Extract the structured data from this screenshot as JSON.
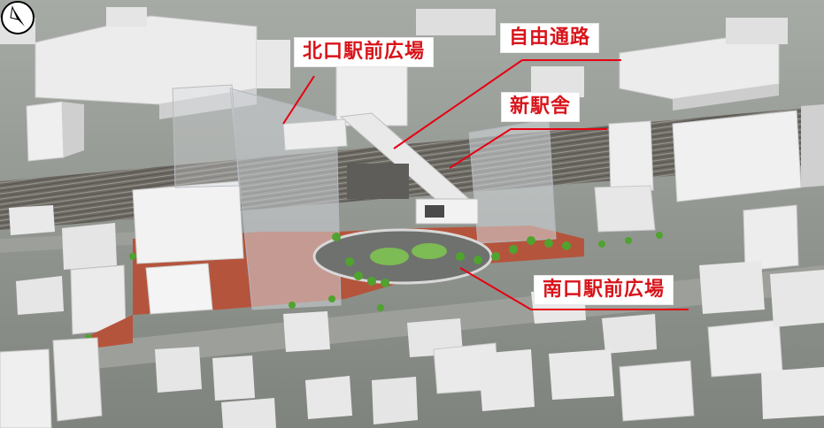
{
  "labels": {
    "north_plaza": "北口駅前広場",
    "free_passage": "自由通路",
    "new_station": "新駅舎",
    "south_plaza": "南口駅前広場"
  },
  "icons": {
    "compass": "north-arrow-icon"
  },
  "colors": {
    "label_text": "#d8141a",
    "label_bg": "#ffffff",
    "leader_line": "#e60012",
    "plaza_paving": "#b5543c",
    "building": "#e9e9ea",
    "ground": "#8d918b",
    "tree": "#4fa32e"
  }
}
